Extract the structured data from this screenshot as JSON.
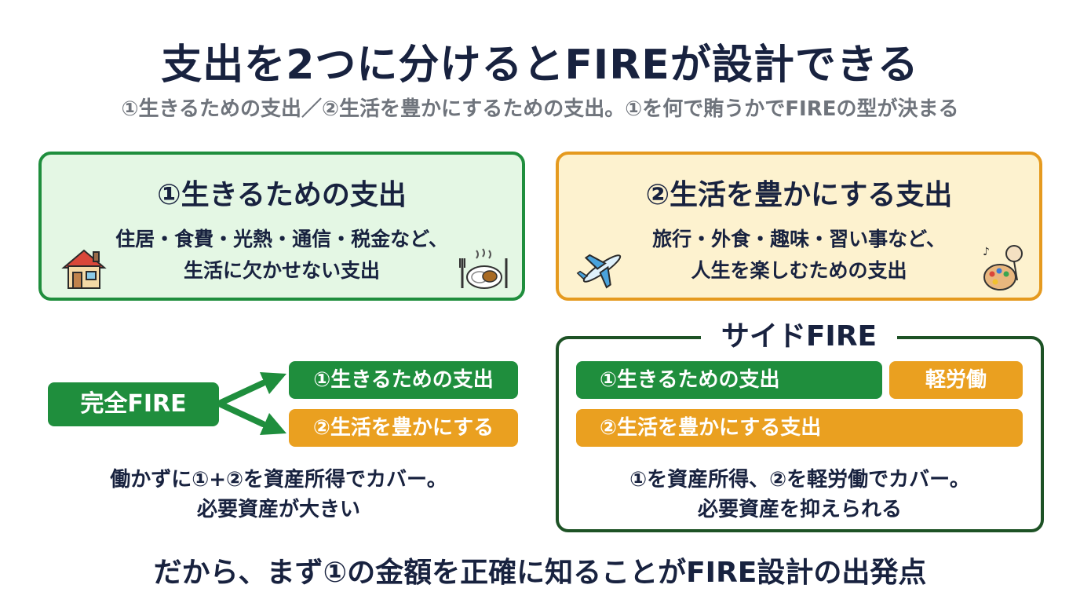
{
  "title": "支出を2つに分けるとFIREが設計できる",
  "subtitle": "①生きるための支出／②生活を豊かにするための支出。①を何で賄うかでFIREの型が決まる",
  "box_essential": {
    "title": "①生きるための支出",
    "line1": "住居・食費・光熱・通信・税金など、",
    "line2": "生活に欠かせない支出"
  },
  "box_enrich": {
    "title": "②生活を豊かにする支出",
    "line1": "旅行・外食・趣味・習い事など、",
    "line2": "人生を楽しむための支出"
  },
  "full_fire": {
    "label": "完全FIRE",
    "target1": "①生きるための支出",
    "target2": "②生活を豊かにする",
    "caption1": "働かずに①+②を資産所得でカバー。",
    "caption2": "必要資産が大きい"
  },
  "side_fire": {
    "label": "サイドFIRE",
    "bar1": "①生きるための支出",
    "bar1_extra": "軽労働",
    "bar2": "②生活を豊かにする支出",
    "caption1": "①を資産所得、②を軽労働でカバー。",
    "caption2": "必要資産を抑えられる"
  },
  "footer": "だから、まず①の金額を正確に知ることがFIRE設計の出発点",
  "colors": {
    "green": "#1f8e3d",
    "orange": "#eaa020",
    "dark_green": "#1d5225",
    "navy": "#18223f"
  }
}
